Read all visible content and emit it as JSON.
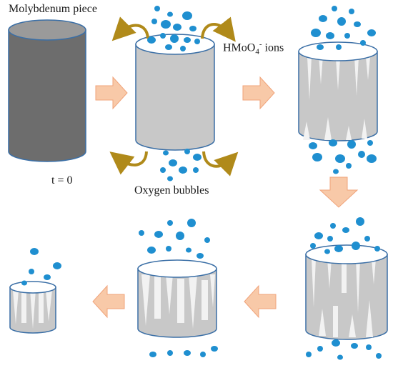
{
  "labels": {
    "molybdenum_piece": "Molybdenum piece",
    "time_zero": "t = 0",
    "oxygen_bubbles": "Oxygen bubbles",
    "ion_main": "HMoO",
    "ion_sub": "4",
    "ion_sup": "-",
    "ion_suffix": " ions"
  },
  "colors": {
    "intact_metal_body": "#6d6d6d",
    "intact_metal_top": "#9a9a9a",
    "dissolving_body": "#c8c8c8",
    "dissolving_top": "#ffffff",
    "outline": "#3b6fa6",
    "bubble": "#1f8fd0",
    "step_arrow": "#f8c9a8",
    "circulation_arrow": "#b08a1a",
    "pit": "#f2f2f2"
  },
  "icons": {
    "bubble": "oxygen-bubble-icon",
    "ion": "ion-icon",
    "step_arrow": "process-arrow-icon",
    "circulation": "curved-circulation-arrow-icon"
  }
}
